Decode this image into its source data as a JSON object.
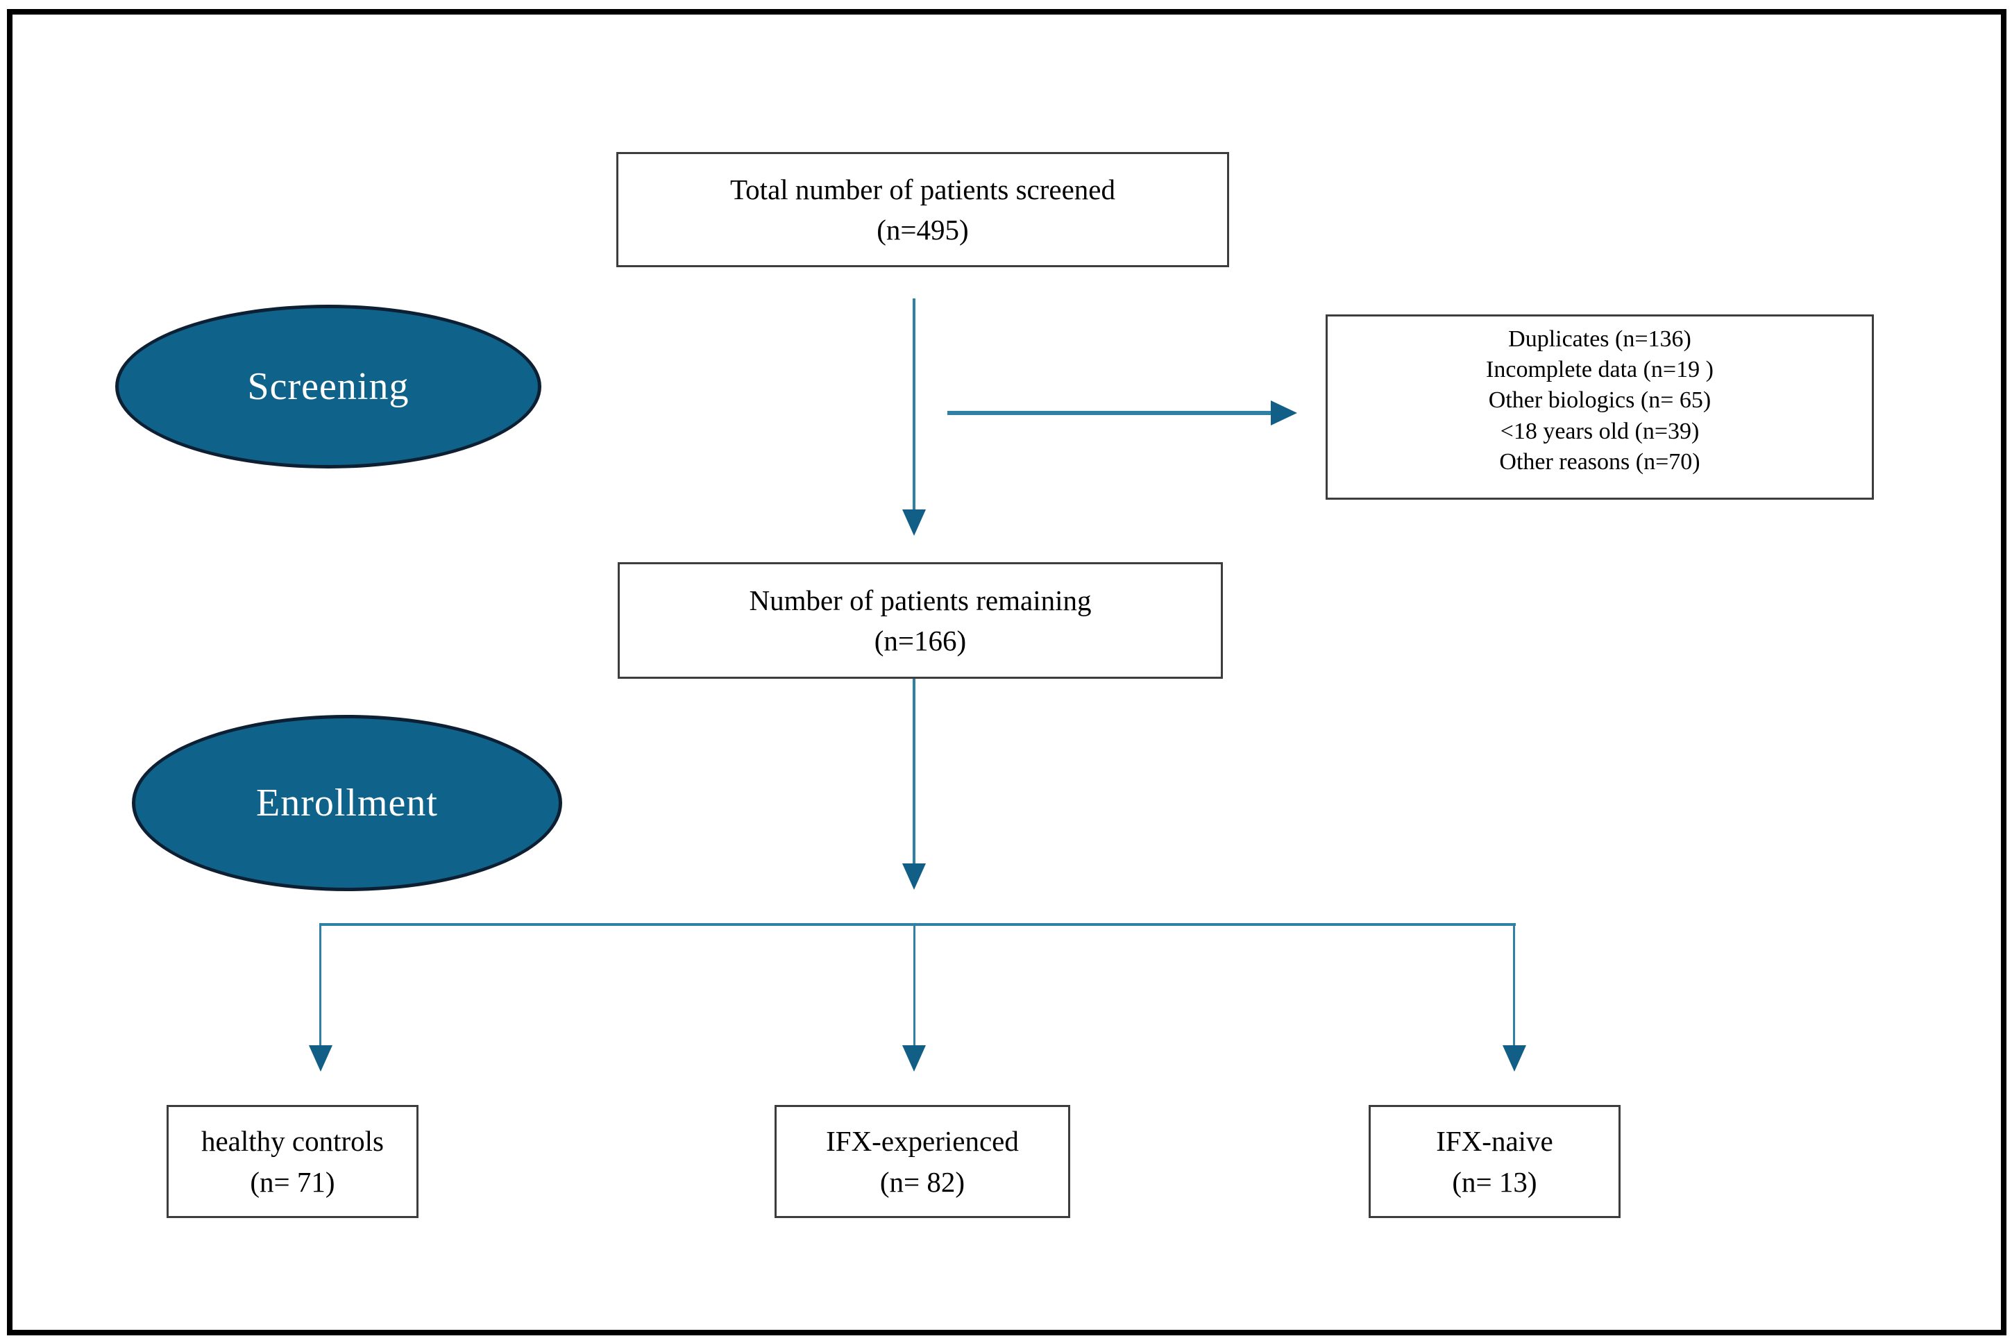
{
  "figure": {
    "nodes": {
      "screened": {
        "line1": "Total number of patients screened",
        "line2": "(n=495)"
      },
      "exclusions": {
        "lines": [
          "Duplicates (n=136)",
          "Incomplete data (n=19 )",
          "Other biologics (n= 65)",
          "<18 years old (n=39)",
          "Other reasons (n=70)"
        ]
      },
      "remaining": {
        "line1": "Number of patients remaining",
        "line2": "(n=166)"
      },
      "healthy": {
        "line1": "healthy controls",
        "line2": "(n= 71)"
      },
      "ifx_experienced": {
        "line1": "IFX-experienced",
        "line2": "(n= 82)"
      },
      "ifx_naive": {
        "line1": "IFX-naive",
        "line2": "(n= 13)"
      }
    },
    "stages": {
      "screening": "Screening",
      "enrollment": "Enrollment"
    },
    "colors": {
      "stage_fill": "#0f6289",
      "stage_border": "#0d2033",
      "arrow_line": "#2e81a4",
      "arrow_head": "#115e86",
      "box_border": "#3d3d3d",
      "outer_border": "#000000"
    }
  }
}
